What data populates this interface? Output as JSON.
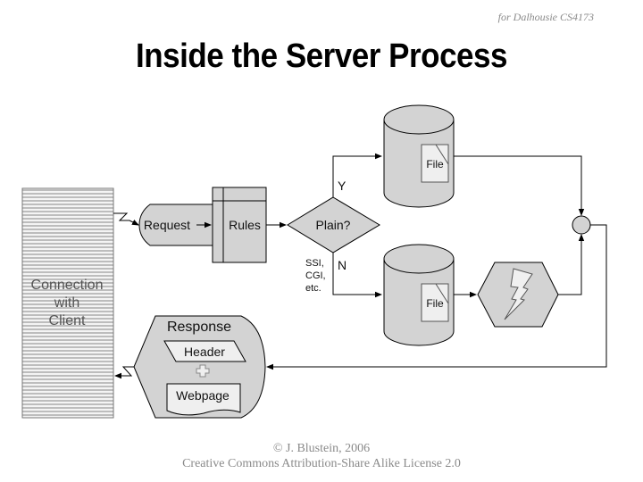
{
  "header": {
    "note": "for Dalhousie CS4173",
    "title": "Inside the Server Process"
  },
  "diagram": {
    "connection": {
      "line1": "Connection",
      "line2": "with",
      "line3": "Client"
    },
    "request_label": "Request",
    "rules_label": "Rules",
    "decision_label": "Plain?",
    "branch_yes": "Y",
    "branch_no": "N",
    "no_note": {
      "line1": "SSI,",
      "line2": "CGI,",
      "line3": "etc."
    },
    "file_top_label": "File",
    "file_bottom_label": "File",
    "process_icon": "lightning-icon",
    "merge_icon": "junction-circle",
    "response": {
      "label": "Response",
      "header_label": "Header",
      "plus_icon": "plus-icon",
      "webpage_label": "Webpage"
    },
    "colors": {
      "shape_fill": "#d3d3d3",
      "light_fill": "#efefef",
      "stroke": "#000000",
      "connection_stripe": "#bdbdbd"
    }
  },
  "footer": {
    "copyright": "© J. Blustein, 2006",
    "license": "Creative Commons Attribution-Share Alike License 2.0"
  }
}
